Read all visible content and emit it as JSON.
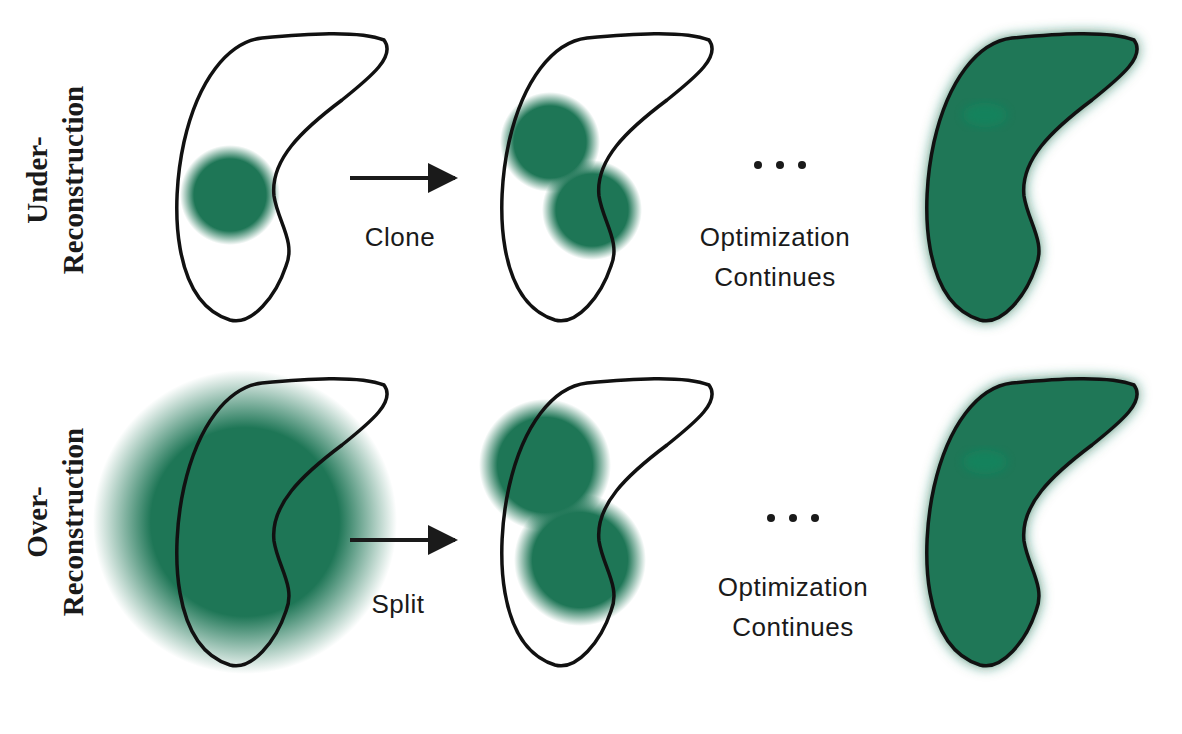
{
  "diagram": {
    "labels": [
      "Under- Reconstruction",
      "Clone",
      "Optimization Continues",
      "Over- Reconstruction",
      "Split",
      "Optimization Continues"
    ]
  }
}
